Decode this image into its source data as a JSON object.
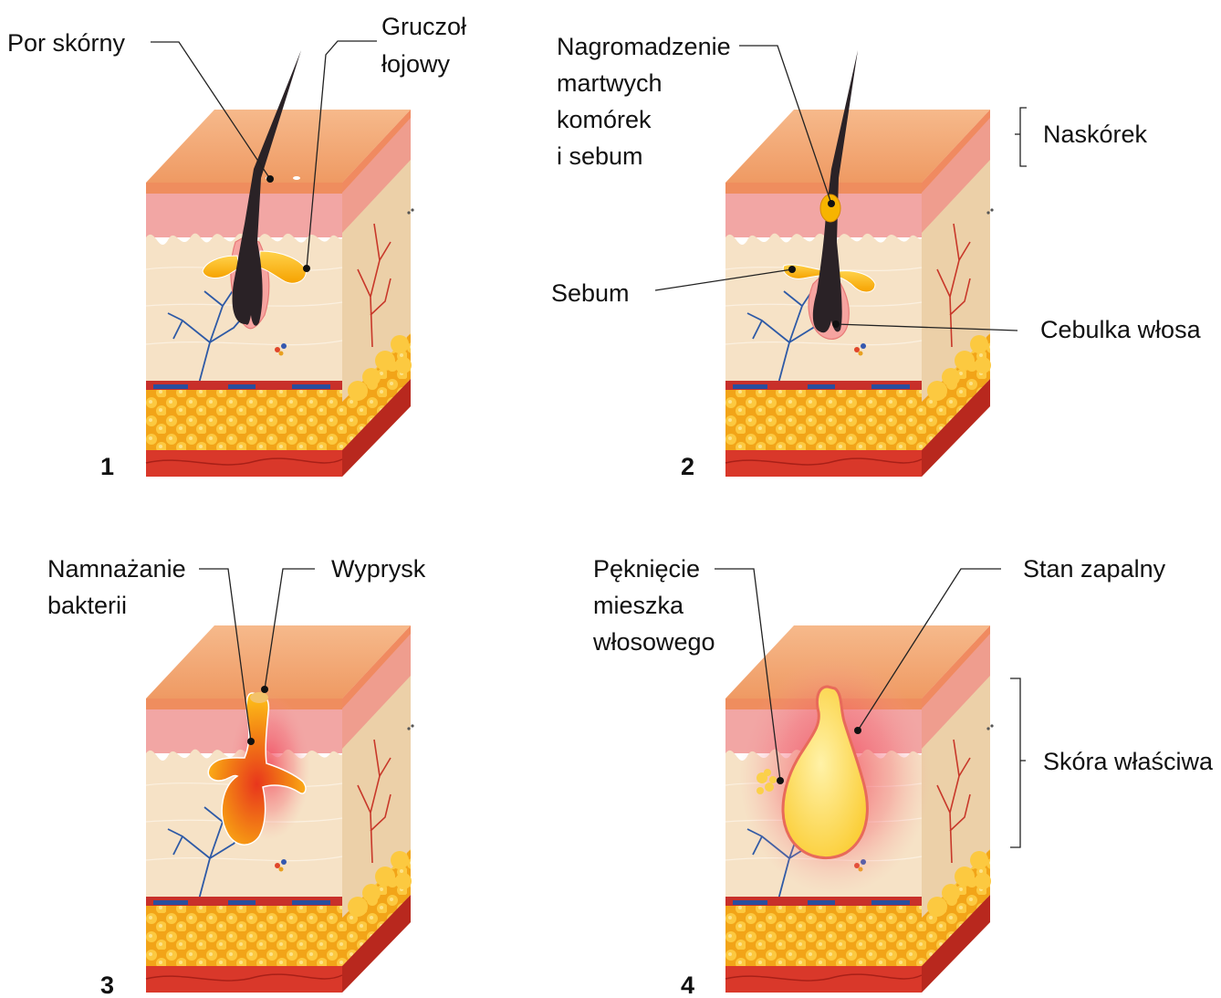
{
  "panels": [
    {
      "number": "1"
    },
    {
      "number": "2"
    },
    {
      "number": "3"
    },
    {
      "number": "4"
    }
  ],
  "labels": {
    "por_skorny": "Por skórny",
    "gruczol_1": "Gruczoł",
    "gruczol_2": "łojowy",
    "nagromadzenie_1": "Nagromadzenie",
    "nagromadzenie_2": "martwych",
    "nagromadzenie_3": "komórek",
    "nagromadzenie_4": "i sebum",
    "naskorek": "Naskórek",
    "sebum": "Sebum",
    "cebulka": "Cebulka włosa",
    "namnazanie_1": "Namnażanie",
    "namnazanie_2": "bakterii",
    "wyprysk": "Wyprysk",
    "pekniecie_1": "Pęknięcie",
    "pekniecie_2": "mieszka",
    "pekniecie_3": "włosowego",
    "stan_zapalny": "Stan zapalny",
    "skora_wlasciwa": "Skóra właściwa"
  },
  "colors": {
    "epidermis_top": "#f2a56e",
    "epidermis_front": "#f0a0a0",
    "dermis": "#f6e2c6",
    "dermis_side": "#ecd0a8",
    "fat": "#f8b92a",
    "muscle": "#d9382a",
    "hair": "#2a2226",
    "sebum": "#f7b400",
    "inflammation": "#f03a4a"
  }
}
